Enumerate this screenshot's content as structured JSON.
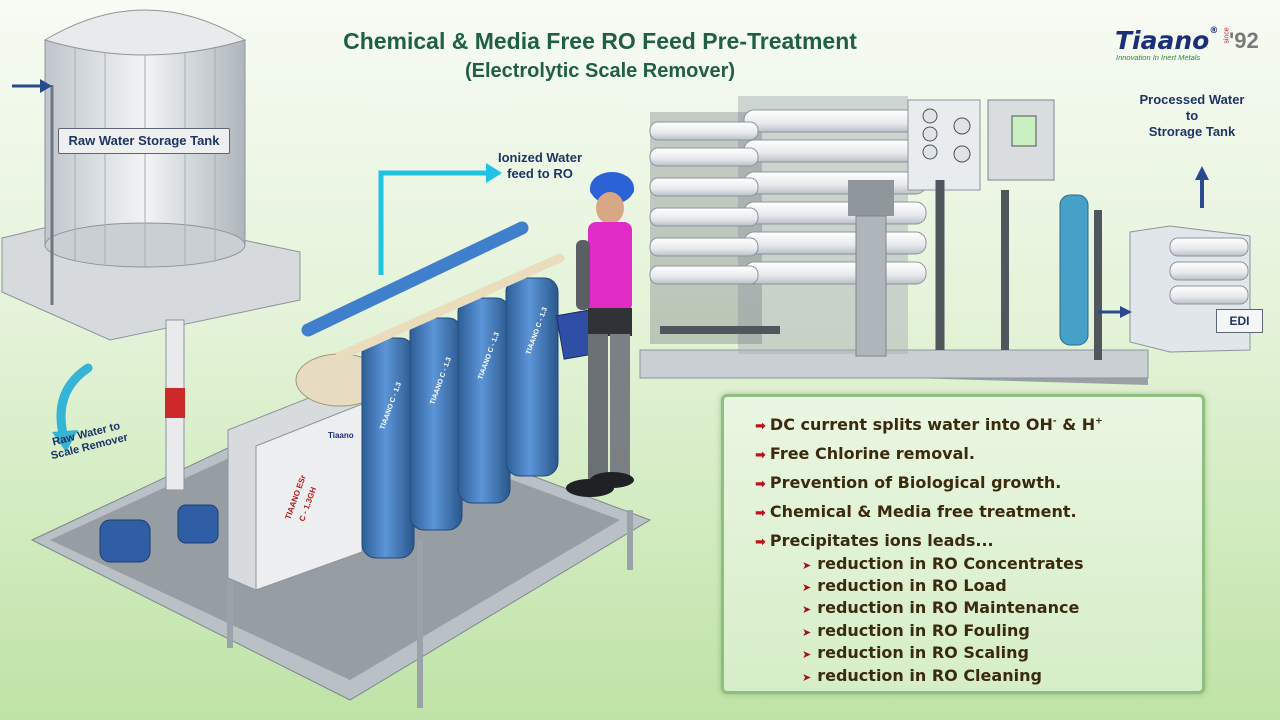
{
  "title": {
    "main": "Chemical & Media Free RO Feed Pre-Treatment",
    "sub": "(Electrolytic Scale Remover)"
  },
  "logo": {
    "brand": "Tiaano",
    "registered": "®",
    "tagline": "Innovation In Inert Metals",
    "since": "since",
    "year": "'92"
  },
  "labels": {
    "tank": "Raw Water Storage Tank",
    "ionized_line1": "Ionized Water",
    "ionized_line2": "feed to RO",
    "processed_line1": "Processed Water",
    "processed_line2": "to",
    "processed_line3": "Strorage Tank",
    "edi": "EDI",
    "raw_to_line1": "Raw Water to",
    "raw_to_line2": "Scale Remover",
    "panel_brand": "Tiaano",
    "panel_model_line1": "TIAANO ESr",
    "panel_model_line2": "C - 1.3GH",
    "column_model": "TIAANO C - 1.3"
  },
  "features": {
    "points": [
      "DC current splits water into OH",
      "Free Chlorine removal.",
      "Prevention of Biological growth.",
      "Chemical & Media free treatment.",
      "Precipitates ions leads..."
    ],
    "point1_sup1": "-",
    "point1_mid": " & H",
    "point1_sup2": "+",
    "reductions": [
      "reduction in RO Concentrates",
      "reduction in RO Load",
      "reduction in RO Maintenance",
      "reduction in RO Fouling",
      "reduction in RO Scaling",
      "reduction in RO Cleaning"
    ]
  },
  "colors": {
    "title": "#1f5f43",
    "accent_arrow": "#c0121b",
    "pipe_blue": "#3f7fcc",
    "flow_arrow": "#1fc3e6",
    "label_text": "#1d3566"
  },
  "icons": {
    "bullet": "right-arrow-icon",
    "sub_bullet": "triangle-right-icon"
  }
}
